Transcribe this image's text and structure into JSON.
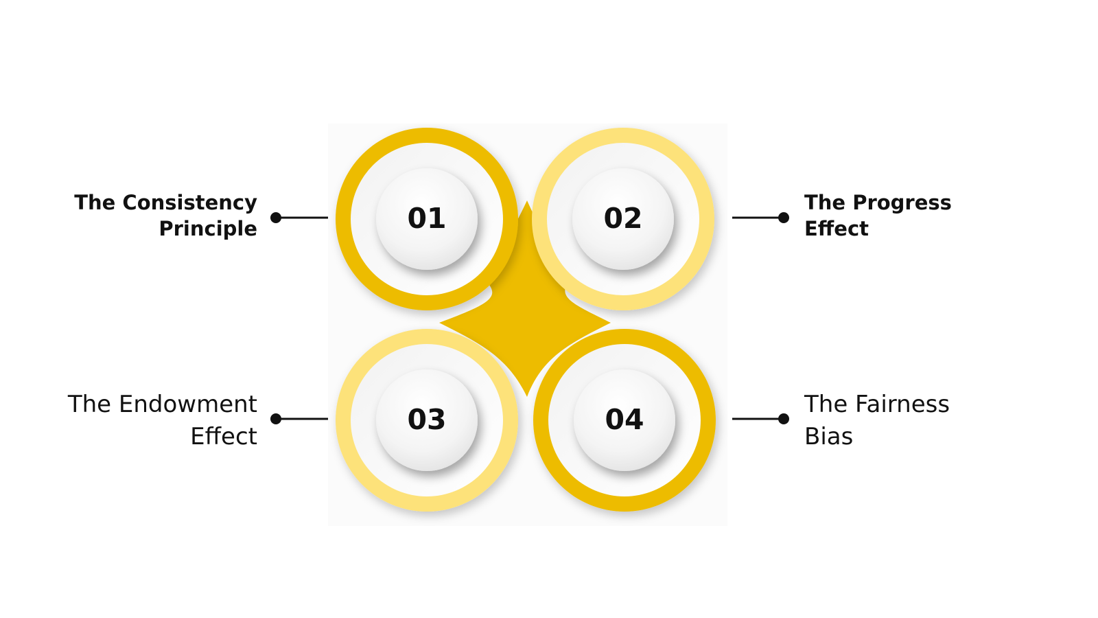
{
  "colors": {
    "gold": "#edbc00",
    "light_gold": "#fde27a",
    "disc": "#f7f7f7",
    "text": "#111111",
    "connector": "#111111"
  },
  "items": [
    {
      "number": "01",
      "title_lines": [
        "The Consistency",
        "Principle"
      ],
      "ring_color": "gold",
      "side": "left"
    },
    {
      "number": "02",
      "title_lines": [
        "The Progress",
        "Effect"
      ],
      "ring_color": "light_gold",
      "side": "right"
    },
    {
      "number": "03",
      "title_lines": [
        "The Endowment",
        "Effect"
      ],
      "ring_color": "light_gold",
      "side": "left"
    },
    {
      "number": "04",
      "title_lines": [
        "The Fairness",
        "Bias"
      ],
      "ring_color": "gold",
      "side": "right"
    }
  ]
}
